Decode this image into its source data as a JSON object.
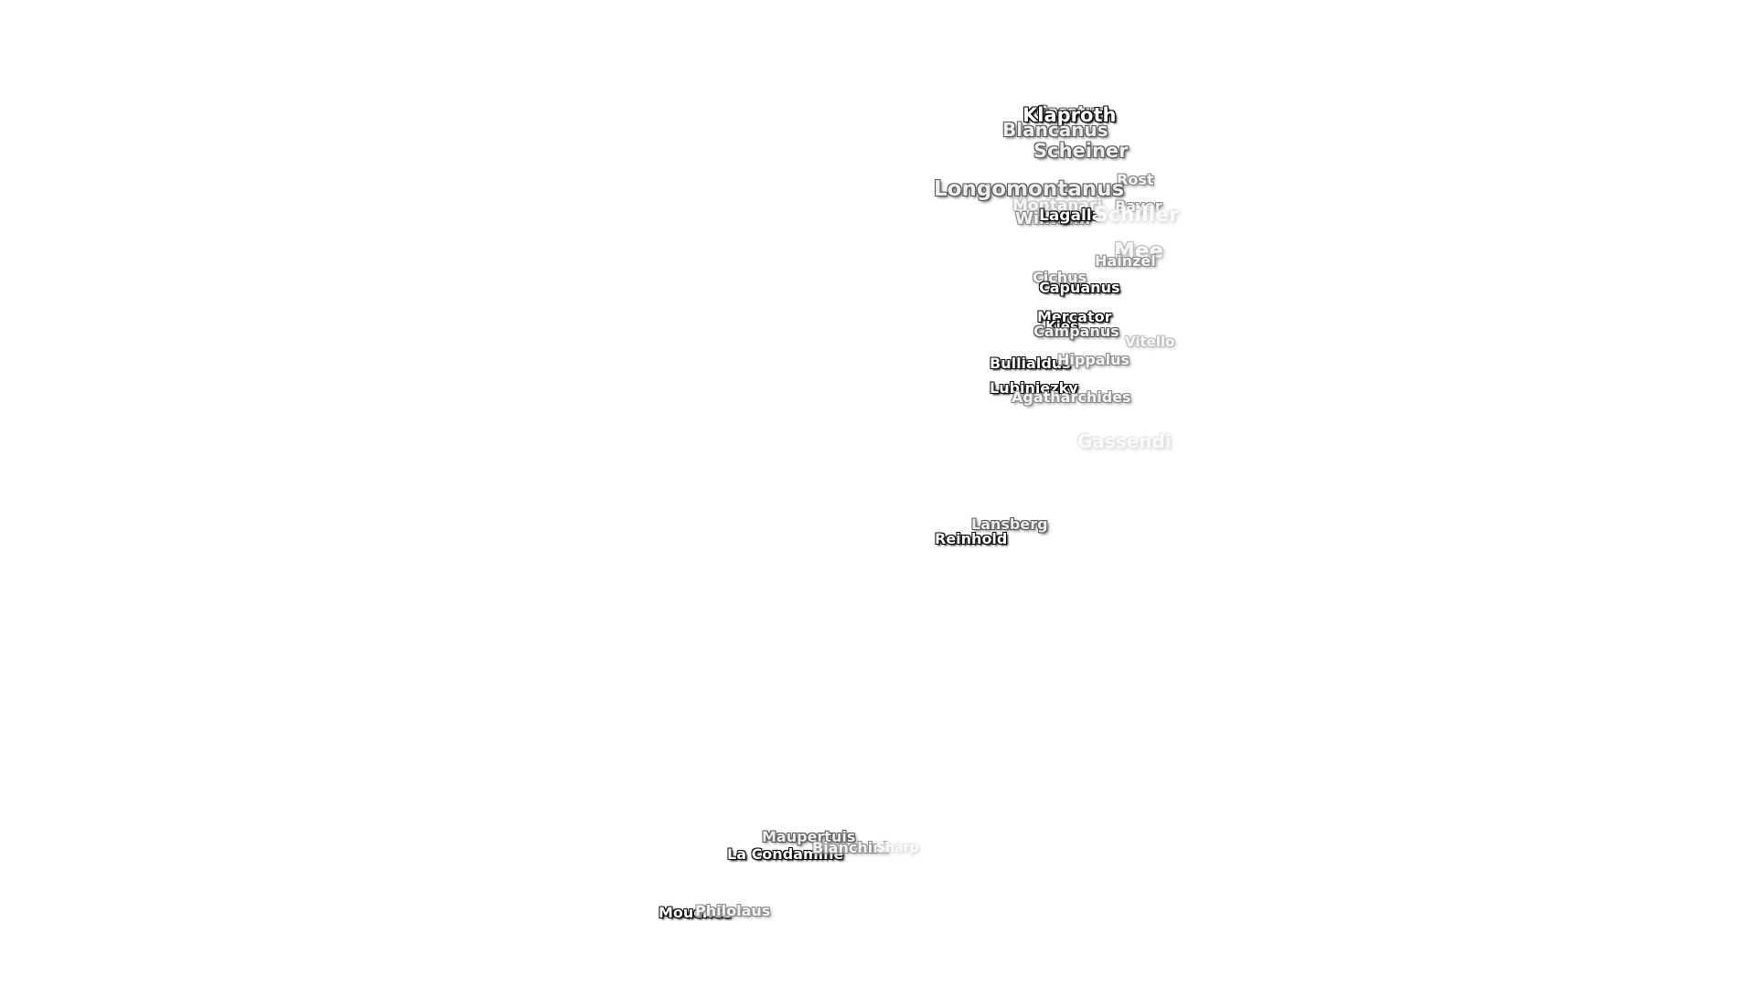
{
  "map": {
    "labels": [
      "Klaproth",
      "Casatus",
      "Blancanus",
      "Scheiner",
      "Rost",
      "Longomontanus",
      "Montanari",
      "Wilhelm",
      "Lagalla",
      "Bayer",
      "Schiller",
      "Mee",
      "Hainzel",
      "Cichus",
      "Capuanus",
      "Mercator",
      "Kies",
      "Campanus",
      "Vitello",
      "Bullialdus",
      "Hippalus",
      "Lubiniezky",
      "Agatharchides",
      "Gassendi",
      "Lansberg",
      "Reinhold",
      "Maupertuis",
      "La Condamine",
      "Bianchini",
      "Sharp",
      "Mouchez",
      "Philolaus"
    ]
  }
}
